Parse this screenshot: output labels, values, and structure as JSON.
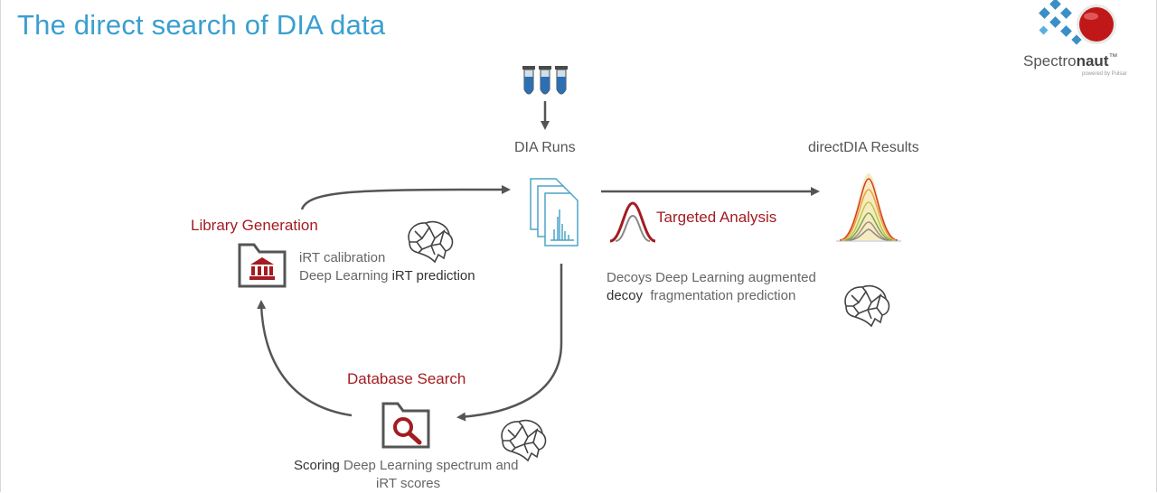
{
  "slide": {
    "title": "The direct search of DIA data",
    "logo": {
      "text_main": "Spectro",
      "text_bold": "naut",
      "trademark": "™",
      "subtitle": "powered by Pulsar"
    },
    "nodes": {
      "dia_runs": {
        "label": "DIA Runs"
      },
      "results": {
        "label": "directDIA Results"
      },
      "targeted": {
        "label": "Targeted Analysis"
      },
      "library": {
        "label": "Library Generation"
      },
      "database": {
        "label": "Database Search"
      }
    },
    "descriptions": {
      "library_line1": "iRT calibration",
      "library_line2_a": "Deep Learning",
      "library_line2_b": "iRT prediction",
      "decoys_line1": "Decoys Deep Learning augmented",
      "decoys_line2_a": "decoy",
      "decoys_line2_b": "fragmentation prediction",
      "scoring_line1_a": "Scoring",
      "scoring_line1_b": "Deep Learning spectrum and",
      "scoring_line2": "iRT scores"
    },
    "colors": {
      "title": "#3a9fd0",
      "accent": "#a31c22",
      "arrow": "#555555",
      "tube": "#2d6fb0",
      "doc": "#4ea4c9"
    },
    "icons": [
      "test-tubes-icon",
      "documents-icon",
      "peak-icon",
      "chromatogram-icon",
      "library-folder-icon",
      "search-folder-icon",
      "brain-icon"
    ]
  }
}
